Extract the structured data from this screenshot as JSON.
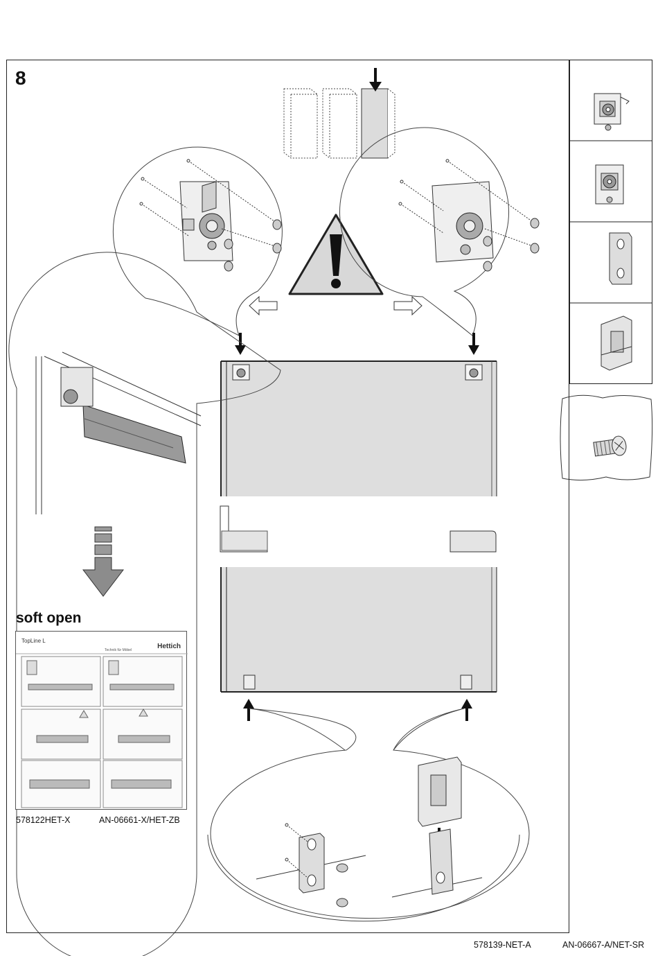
{
  "step": {
    "number": "8"
  },
  "sections": {
    "soft_open_label": "soft open"
  },
  "references": {
    "left_item": "578122HET-X",
    "left_doc": "AN-06661-X/HET-ZB",
    "footer_item": "578139-NET-A",
    "footer_doc": "AN-06667-A/NET-SR"
  },
  "thumbnail": {
    "title": "TopLine L",
    "brand": "Hettich",
    "tagline": "Technik für Möbel"
  }
}
